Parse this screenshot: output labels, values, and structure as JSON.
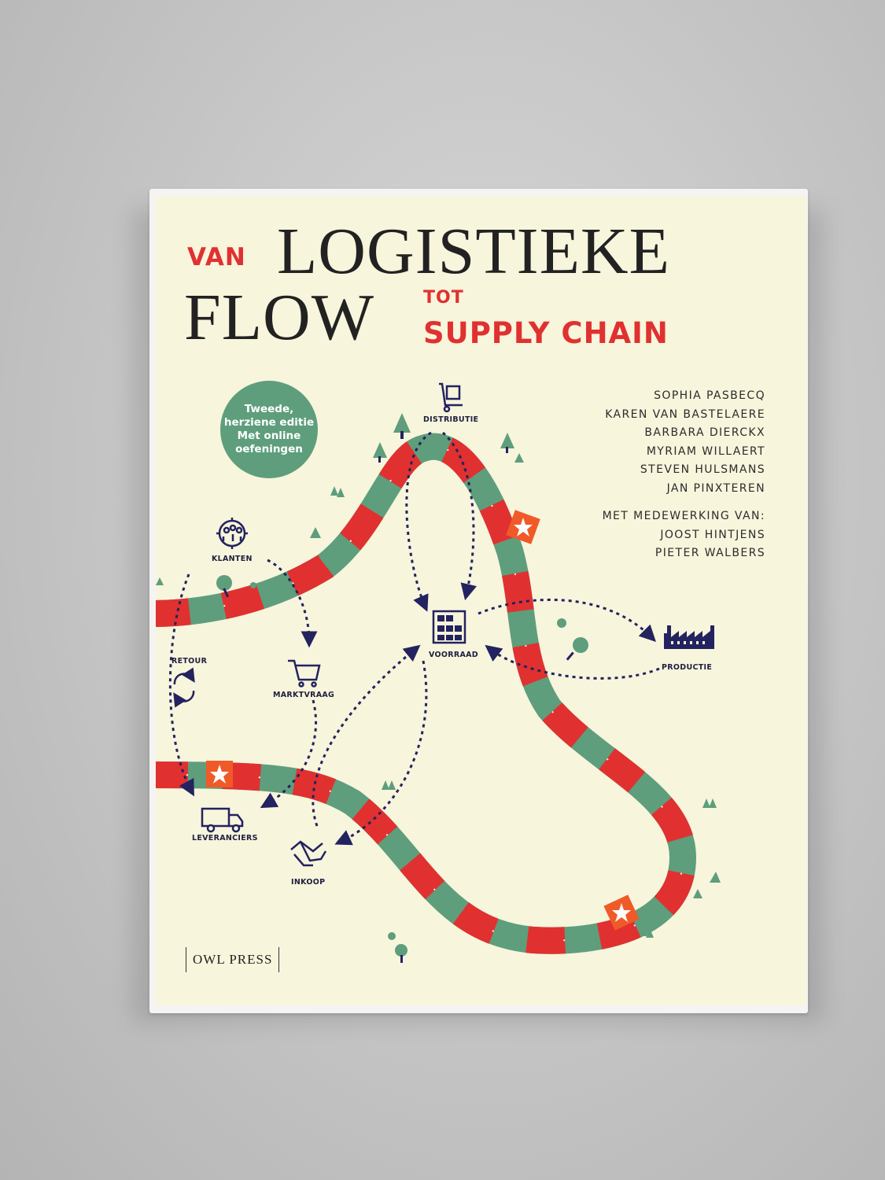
{
  "cover": {
    "title": {
      "van": "VAN",
      "logistieke": "LOGISTIEKE",
      "flow": "FLOW",
      "tot": "TOT",
      "supply_chain": "SUPPLY CHAIN"
    },
    "badge": {
      "line1": "Tweede,",
      "line2": "herziene editie",
      "line3": "Met online",
      "line4": "oefeningen"
    },
    "authors": [
      "SOPHIA PASBECQ",
      "KAREN VAN BASTELAERE",
      "BARBARA DIERCKX",
      "MYRIAM WILLAERT",
      "STEVEN HULSMANS",
      "JAN PINXTEREN"
    ],
    "contrib_heading": "MET MEDEWERKING VAN:",
    "contributors": [
      "JOOST HINTJENS",
      "PIETER WALBERS"
    ],
    "nodes": {
      "distributie": "DISTRIBUTIE",
      "klanten": "KLANTEN",
      "voorraad": "VOORRAAD",
      "productie": "PRODUCTIE",
      "retour": "RETOUR",
      "marktvraag": "MARKTVRAAG",
      "leveranciers": "LEVERANCIERS",
      "inkoop": "INKOOP"
    },
    "publisher": "OWL PRESS"
  },
  "colors": {
    "cover_bg": "#f7f5dc",
    "red": "#e03130",
    "green": "#5e9e7c",
    "navy": "#23235f",
    "orange": "#f05a28"
  },
  "icons": [
    "hand-truck-icon",
    "people-target-icon",
    "warehouse-shelf-icon",
    "factory-icon",
    "recycle-icon",
    "shopping-cart-icon",
    "delivery-truck-icon",
    "handshake-icon",
    "star-icon",
    "tree-icon"
  ]
}
